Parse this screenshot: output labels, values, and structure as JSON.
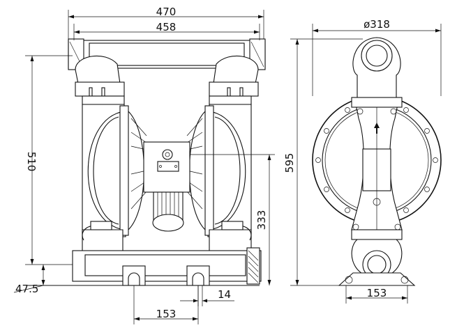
{
  "dimensions": {
    "front_overall_width": "470",
    "front_inner_width": "458",
    "front_height": "510",
    "front_inlet_height": "333",
    "front_base_offset": "47.5",
    "front_foot_spacing": "153",
    "front_slot_width": "14",
    "side_diameter": "ø318",
    "side_height": "595",
    "side_foot_spacing": "153"
  }
}
